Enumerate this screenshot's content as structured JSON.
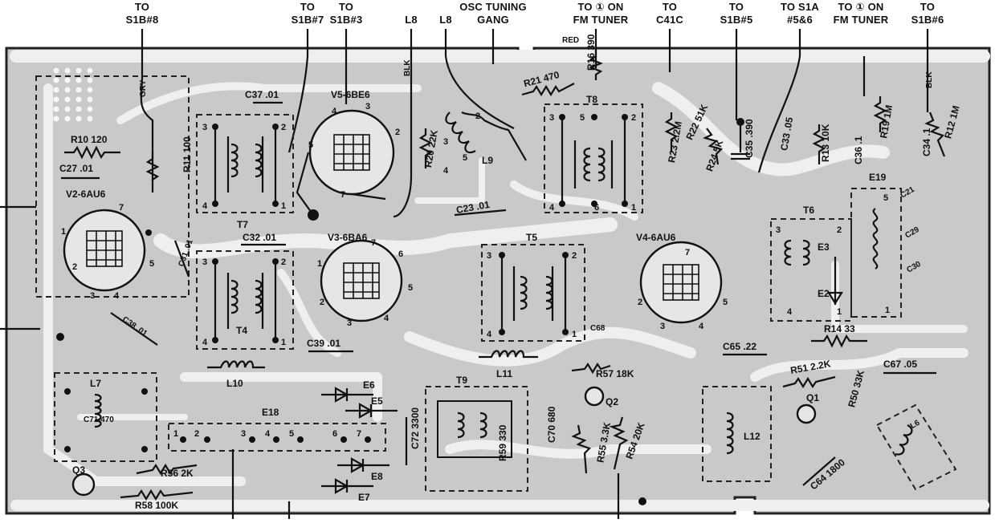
{
  "top_labels": [
    {
      "text": "TO",
      "text2": "S1B#8"
    },
    {
      "text": "TO",
      "text2": "S1B#7"
    },
    {
      "text": "TO",
      "text2": "S1B#3"
    },
    {
      "text": "L8",
      "text2": ""
    },
    {
      "text": "L8",
      "text2": ""
    },
    {
      "text": "OSC TUNING",
      "text2": "GANG"
    },
    {
      "text": "TO ① ON",
      "text2": "FM TUNER"
    },
    {
      "text": "TO",
      "text2": "C41C"
    },
    {
      "text": "TO",
      "text2": "S1B#5"
    },
    {
      "text": "TO S1A",
      "text2": "#5&6"
    },
    {
      "text": "TO ① ON",
      "text2": "FM TUNER"
    },
    {
      "text": "TO",
      "text2": "S1B#6"
    }
  ],
  "tubes": [
    {
      "id": "v2",
      "label": "V2-6AU6"
    },
    {
      "id": "v3",
      "label": "V3-6BA6"
    },
    {
      "id": "v4",
      "label": "V4-6AU6"
    },
    {
      "id": "v5",
      "label": "V5-6BE6"
    }
  ],
  "transformers": [
    "T7",
    "T4",
    "T8",
    "T5",
    "T6",
    "T9"
  ],
  "coils": [
    "L10",
    "L11",
    "L9",
    "L7",
    "L12",
    "L6"
  ],
  "resistors": [
    "R10 120",
    "R11 100",
    "R21 470",
    "R16 390",
    "R20 22K",
    "R23 2.2M",
    "R22 51K",
    "R24 5K",
    "R13 10K",
    "R19 1M",
    "R12 1M",
    "R14 33",
    "R51 2.2K",
    "R50 33K",
    "R57 18K",
    "R59 330",
    "R55 3.3K",
    "R54 20K",
    "R56 2K",
    "R58 100K"
  ],
  "capacitors": [
    "C37 .01",
    "C27 .01",
    "C32 .01",
    "C31 .01",
    "C38 .01",
    "C39 .01",
    "C23 .01",
    "C35 .390",
    "C33 .05",
    "C34 .1",
    "C36 .1",
    "C65 .22",
    "C67 .05",
    "C72 3300",
    "C70 680",
    "C64 1800",
    "C71 470"
  ],
  "diodes": [
    "E6",
    "E5",
    "E8",
    "E7",
    "E2",
    "E3"
  ],
  "misc": {
    "terminal_strip": "E18",
    "terminal_pins": [
      "1",
      "2",
      "3",
      "4",
      "5",
      "6",
      "7"
    ],
    "network": "E19",
    "transistors": [
      "Q1",
      "Q2",
      "Q3"
    ],
    "wire_color_red": "RED",
    "wire_grey": "GRY",
    "wire_blk": "BLK"
  },
  "colors": {
    "board": "#c9c9c9",
    "trace": "#efefef",
    "ink": "#111111"
  }
}
